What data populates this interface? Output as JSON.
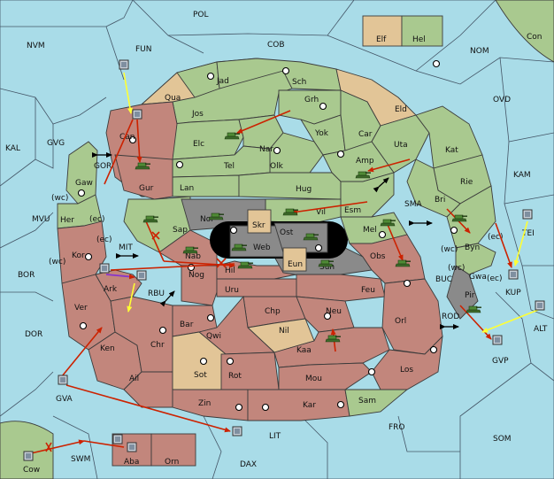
{
  "colors": {
    "sea": "#a9dce8",
    "green_power": "#a9c98f",
    "red_power": "#c2867c",
    "neutral": "#e2c597",
    "impassable": "#8a8a8a",
    "center": "#000000",
    "red_order": "#cc2200",
    "yellow_order": "#ffff33",
    "purple_order": "#8833cc"
  },
  "sea_labels": {
    "pol": "POL",
    "nvm": "NVM",
    "fun": "FUN",
    "cob": "COB",
    "nom": "NOM",
    "con": "Con",
    "ovd": "OVD",
    "kal": "KAL",
    "gvg": "GVG",
    "kam": "KAM",
    "gor": "GOR",
    "mvu": "MVU",
    "sma": "SMA",
    "tei": "TEI",
    "mit": "MIT",
    "bor": "BOR",
    "rbu": "RBU",
    "kup": "KUP",
    "buc": "BUC",
    "rod": "ROD",
    "dor": "DOR",
    "alt": "ALT",
    "gvp": "GVP",
    "gva": "GVA",
    "fro": "FRO",
    "som": "SOM",
    "lit": "LIT",
    "swm": "SWM",
    "cow": "Cow",
    "dax": "DAX"
  },
  "land_labels": {
    "jad": "Jad",
    "sch": "Sch",
    "qua": "Qua",
    "grh": "Grh",
    "eld": "Eld",
    "jos": "Jos",
    "can": "Can",
    "yok": "Yok",
    "car": "Car",
    "uta": "Uta",
    "elc": "Elc",
    "nar": "Nar",
    "kat": "Kat",
    "amp": "Amp",
    "tel": "Tel",
    "olk": "Olk",
    "gur": "Gur",
    "lan": "Lan",
    "hug": "Hug",
    "rie": "Rie",
    "gaw": "Gaw",
    "bri": "Bri",
    "esm": "Esm",
    "vil": "Vil",
    "nor": "Nor",
    "skr": "Skr",
    "her": "Her",
    "sap": "Sap",
    "ost": "Ost",
    "mel": "Mel",
    "byn": "Byn",
    "web": "Web",
    "kor": "Kor",
    "nab": "Nab",
    "obs": "Obs",
    "eun": "Eun",
    "sun": "Sun",
    "hil": "Hil",
    "gwa": "Gwa",
    "ark": "Ark",
    "nog": "Nog",
    "uru": "Uru",
    "feu": "Feu",
    "pir": "Pir",
    "chp": "Chp",
    "neu": "Neu",
    "ver": "Ver",
    "bar": "Bar",
    "orl": "Orl",
    "qwi": "Qwi",
    "nil": "Nil",
    "chr": "Chr",
    "ken": "Ken",
    "kaa": "Kaa",
    "sot": "Sot",
    "rot": "Rot",
    "los": "Los",
    "ail": "Ail",
    "mou": "Mou",
    "zin": "Zin",
    "kar": "Kar",
    "sam": "Sam",
    "aba": "Aba",
    "orn": "Orn",
    "elf": "Elf",
    "hel": "Hel"
  },
  "coast_labels": {
    "gaw_wc": "(wc)",
    "her_ec": "(ec)",
    "kor_ec": "(ec)",
    "kor_wc": "(wc)",
    "byn_wc": "(wc)",
    "byn_ec": "(ec)",
    "gwa_wc": "(wc)",
    "gwa_ec": "(ec)"
  }
}
